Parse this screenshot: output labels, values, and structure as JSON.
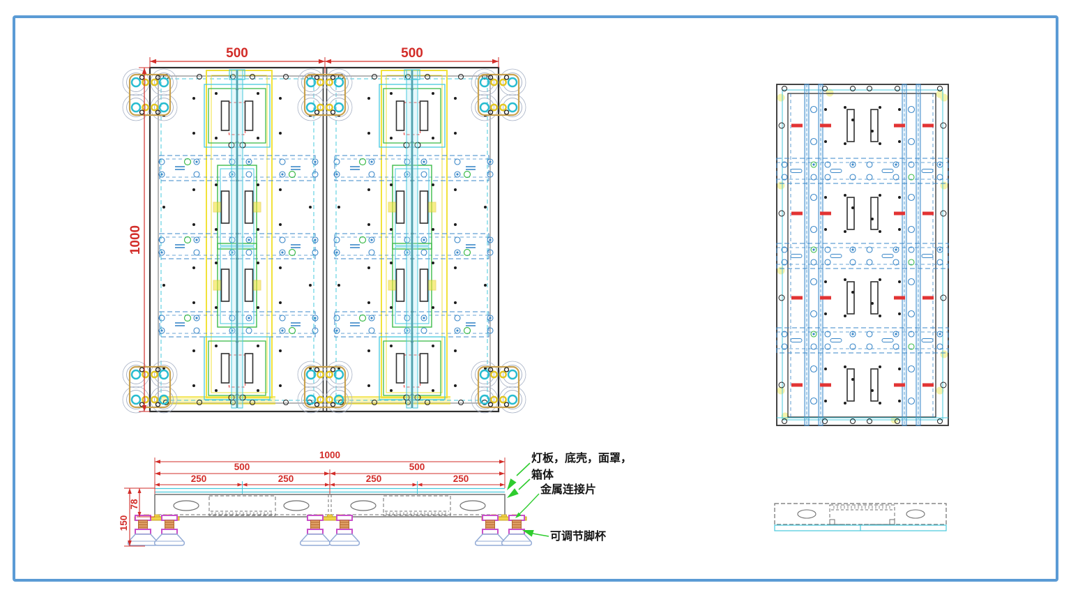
{
  "colors": {
    "page_border": "#5b9bd5",
    "dim": "#d22c28",
    "line": "#2f2f2f",
    "gray": "#6f6f6f",
    "cyan": "#45c8dc",
    "blue": "#3a87c8",
    "yellow": "#f2e23a",
    "orange": "#c9a24f",
    "green": "#3dbb4a",
    "leader_green": "#2ecc2e",
    "magenta": "#c94fc9",
    "shaft_orange": "#b4682f",
    "shaft_fill": "#e1a066",
    "foot_blue": "#93abd6",
    "red_dash": "#e23434",
    "hole_cyan": "#29bcd0",
    "hole_yellow": "#e3c622",
    "pale_yellow": "#f4f2a6",
    "lobe_gray": "#a9b3c6",
    "dot": "#1d1d1d"
  },
  "plan_view": {
    "dim_width_left": "500",
    "dim_width_right": "500",
    "dim_height": "1000"
  },
  "front_view": {
    "dim_total": "1000",
    "dim_half_left": "500",
    "dim_half_right": "500",
    "dim_quarters": [
      "250",
      "250",
      "250",
      "250"
    ],
    "dim_height_total": "150",
    "dim_height_panel": "78"
  },
  "annotations": {
    "layers_line1": "灯板，底壳，面罩，",
    "layers_line2": "箱体",
    "metal_connector": "金属连接片",
    "adjustable_foot": "可调节脚杯"
  }
}
